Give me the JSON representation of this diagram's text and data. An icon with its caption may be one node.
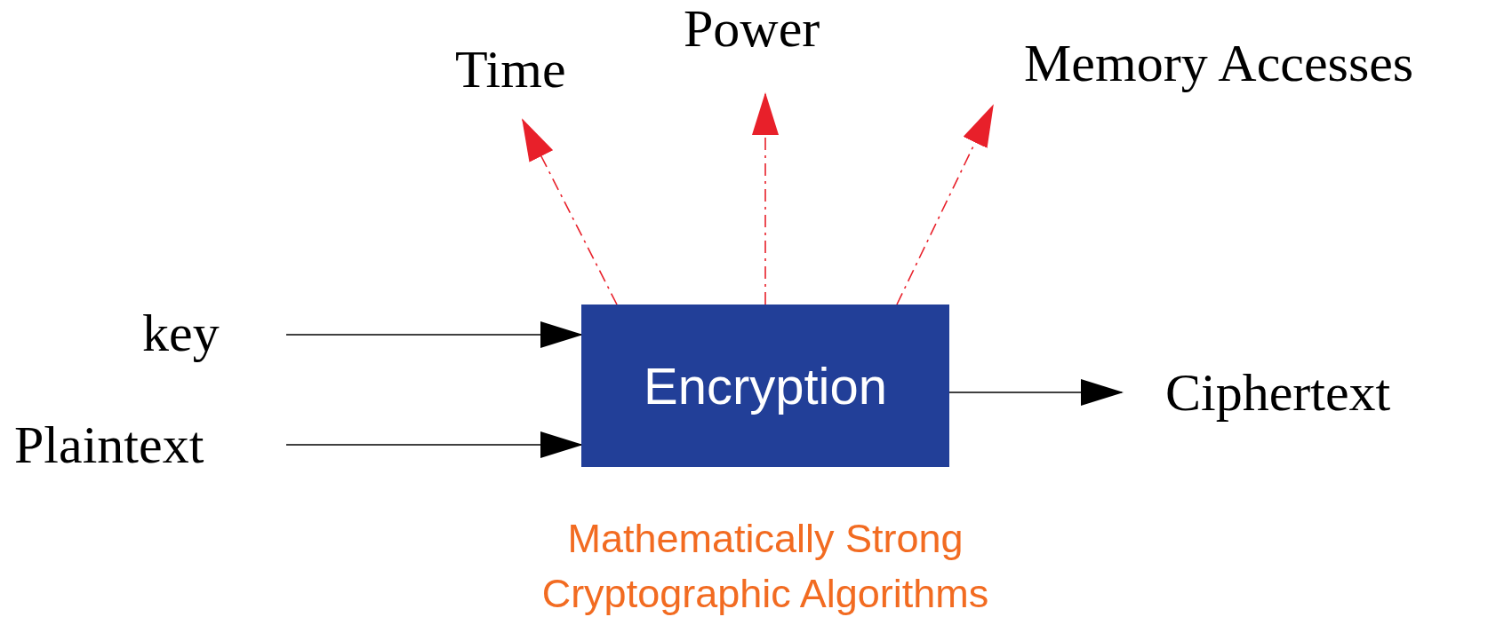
{
  "diagram": {
    "nodes": [
      {
        "text": [
          "key"
        ]
      },
      {
        "text": [
          "Plaintext"
        ]
      },
      {
        "text": [
          "Encryption"
        ],
        "beside": [
          "Mathematically Strong Cryptographic Algorithms"
        ]
      },
      {
        "text": [
          "Ciphertext"
        ]
      },
      {
        "text": [
          "Time"
        ]
      },
      {
        "text": [
          "Power"
        ]
      },
      {
        "text": [
          "Memory Accesses"
        ]
      }
    ],
    "edges": [
      {
        "from": 0,
        "to": 2,
        "arrow": "to"
      },
      {
        "from": 1,
        "to": 2,
        "arrow": "to"
      },
      {
        "from": 2,
        "to": 3,
        "arrow": "to"
      },
      {
        "from": 2,
        "to": 4,
        "arrow": "to",
        "style": "dashed",
        "color": "#e8202a"
      },
      {
        "from": 2,
        "to": 5,
        "arrow": "to",
        "style": "dashed",
        "color": "#e8202a"
      },
      {
        "from": 2,
        "to": 6,
        "arrow": "to",
        "style": "dashed",
        "color": "#e8202a"
      }
    ]
  }
}
